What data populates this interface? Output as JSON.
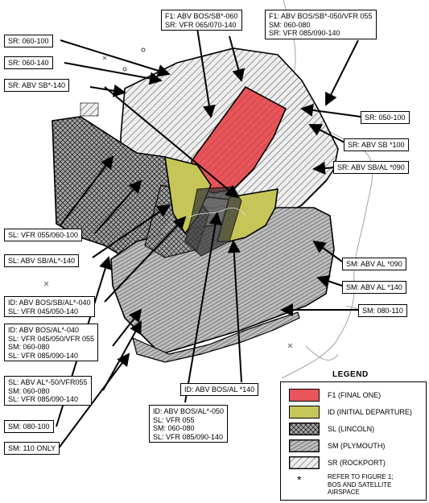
{
  "labels": {
    "f1_a": "F1: ABV BOS/SB*-060\nSR: VFR 065/070-140",
    "f1_b": "F1: ABV BOS/SB*-050/VFR 055\nSM: 060-080\nSR: VFR 085/090-140",
    "sr_060_100": "SR: 060-100",
    "sr_060_140": "SR: 060-140",
    "sr_abv_sb_140": "SR: ABV SB*-140",
    "sr_050_100": "SR: 050-100",
    "sr_abv_sb_100": "SR: ABV SB *100",
    "sr_abv_sbal_090": "SR: ABV SB/AL *090",
    "sl_vfr_055": "SL: VFR 055/060-100",
    "sl_abv_sbal_140": "SL: ABV SB/AL*-140",
    "sm_abv_al_090": "SM: ABV AL *090",
    "sm_abv_al_140": "SM: ABV AL *140",
    "sm_080_110": "SM: 080-110",
    "id_abv_bossbal_040": "ID: ABV BOS/SB/AL*-040\nSL: VFR 045/050-140",
    "id_abv_bosal_040": "ID: ABV BOS/AL*-040\nSL: VFR 045/050/VFR 055\nSM: 060-080\nSL: VFR 085/090-140",
    "sl_abv_al_50": "SL: ABV AL*-50/VFR055\nSM: 060-080\nSL: VFR 085/090-140",
    "id_abv_bosal_140": "ID: ABV BOS/AL *140",
    "id_abv_bosal_050": "ID: ABV BOS/AL*-050\nSL: VFR 055\nSM: 060-080\nSL: VFR 085/090-140",
    "sm_080_100": "SM: 080-100",
    "sm_110_only": "SM: 110 ONLY"
  },
  "legend": {
    "title": "LEGEND",
    "f1": "F1 (FINAL ONE)",
    "id": "ID (INITIAL DEPARTURE)",
    "sl": "SL (LINCOLN)",
    "sm": "SM (PLYMOUTH)",
    "sr": "SR (ROCKPORT)",
    "star": "*",
    "note": "REFER TO FIGURE 1;\nBOS AND SATELLITE\nAIRSPACE"
  },
  "colors": {
    "f1": "#e8555a",
    "id": "#c6c658",
    "sl": "#9a9a9a",
    "sm": "#b8b8b8",
    "sr": "#e6e6e6"
  }
}
